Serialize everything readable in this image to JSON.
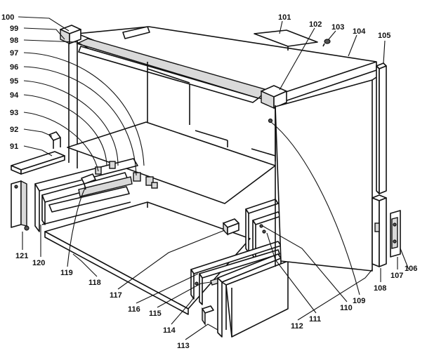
{
  "figure": {
    "callouts": [
      {
        "id": "c100",
        "text": "100"
      },
      {
        "id": "c99",
        "text": "99"
      },
      {
        "id": "c98",
        "text": "98"
      },
      {
        "id": "c97",
        "text": "97"
      },
      {
        "id": "c96",
        "text": "96"
      },
      {
        "id": "c95",
        "text": "95"
      },
      {
        "id": "c94",
        "text": "94"
      },
      {
        "id": "c93",
        "text": "93"
      },
      {
        "id": "c92",
        "text": "92"
      },
      {
        "id": "c91",
        "text": "91"
      },
      {
        "id": "c121",
        "text": "121"
      },
      {
        "id": "c120",
        "text": "120"
      },
      {
        "id": "c119",
        "text": "119"
      },
      {
        "id": "c118",
        "text": "118"
      },
      {
        "id": "c117",
        "text": "117"
      },
      {
        "id": "c116",
        "text": "116"
      },
      {
        "id": "c115",
        "text": "115"
      },
      {
        "id": "c114",
        "text": "114"
      },
      {
        "id": "c113",
        "text": "113"
      },
      {
        "id": "c112",
        "text": "112"
      },
      {
        "id": "c111",
        "text": "111"
      },
      {
        "id": "c110",
        "text": "110"
      },
      {
        "id": "c109",
        "text": "109"
      },
      {
        "id": "c108",
        "text": "108"
      },
      {
        "id": "c107",
        "text": "107"
      },
      {
        "id": "c106",
        "text": "106"
      },
      {
        "id": "c105",
        "text": "105"
      },
      {
        "id": "c104",
        "text": "104"
      },
      {
        "id": "c103",
        "text": "103"
      },
      {
        "id": "c102",
        "text": "102"
      },
      {
        "id": "c101",
        "text": "101"
      }
    ]
  }
}
